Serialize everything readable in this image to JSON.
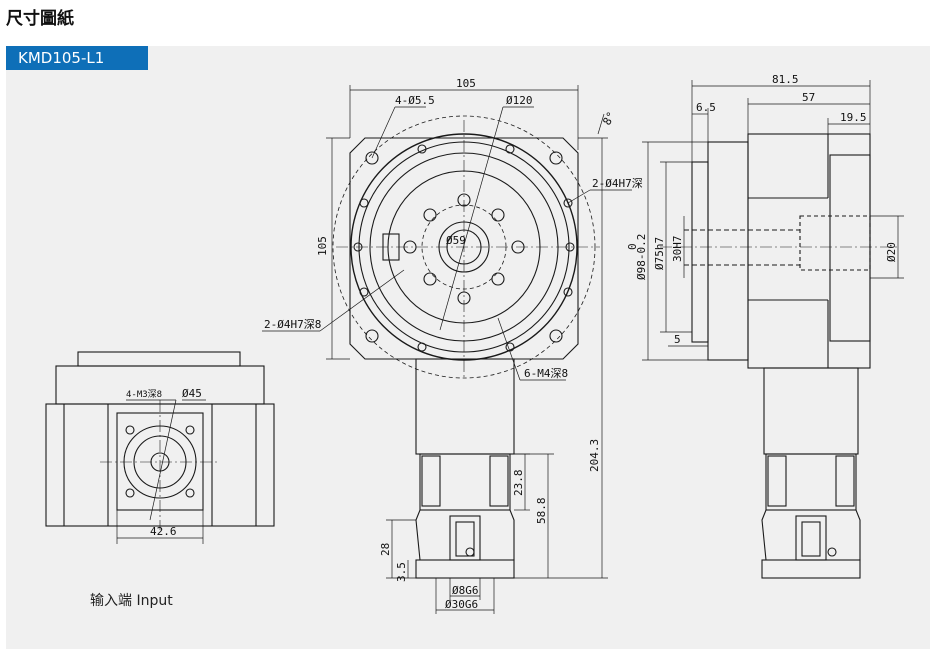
{
  "title": "尺寸圖紙",
  "model": "KMD105-L1",
  "input_label": "输入端 Input",
  "colors": {
    "accent": "#0e6fb8",
    "panel": "#f0f0f0",
    "line": "#1a1a1a"
  },
  "dims": {
    "front_width": "105",
    "front_height": "105",
    "bolt_holes": "4-Ø5.5",
    "pcd": "Ø120",
    "angle": "8°",
    "pin_top": "2-Ø4H7深",
    "pin_left": "2-Ø4H7深8",
    "center_bore": "Ø59",
    "tapped": "6-M4深8",
    "overall_height": "204.3",
    "side_81": "81.5",
    "side_57": "57",
    "side_19": "19.5",
    "side_6": "6.5",
    "d98": "Ø98-0.2",
    "d98_tol": "0",
    "d75": "Ø75h7",
    "d30": "30H7",
    "d20": "Ø20",
    "side_5": "5",
    "dim_23": "23.8",
    "dim_58": "58.8",
    "dim_28": "28",
    "dim_3": "3.5",
    "shaft_8": "Ø8G6",
    "shaft_30": "Ø30G6",
    "input_tapped": "4-M3深8",
    "input_d45": "Ø45",
    "input_42": "42.6"
  }
}
